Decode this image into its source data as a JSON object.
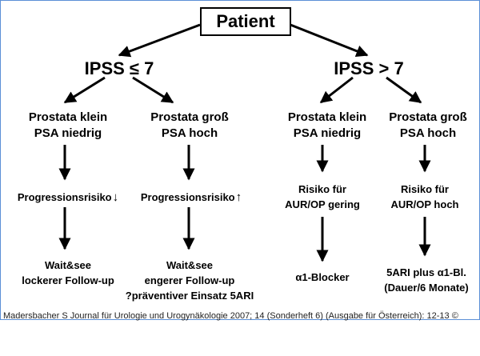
{
  "diagram": {
    "root": "Patient",
    "left_branch": {
      "label": "IPSS ≤ 7",
      "small": {
        "title": [
          "Prostata klein",
          "PSA niedrig"
        ],
        "risk": "Progressionsrisiko",
        "risk_arrow": "↓",
        "action": [
          "Wait&see",
          "lockerer Follow-up"
        ]
      },
      "large": {
        "title": [
          "Prostata groß",
          "PSA hoch"
        ],
        "risk": "Progressionsrisiko",
        "risk_arrow": "↑",
        "action": [
          "Wait&see",
          "engerer Follow-up",
          "?präventiver Einsatz 5ARI"
        ]
      }
    },
    "right_branch": {
      "label": "IPSS > 7",
      "small": {
        "title": [
          "Prostata klein",
          "PSA niedrig"
        ],
        "risk": [
          "Risiko für",
          "AUR/OP gering"
        ],
        "action": [
          "α1-Blocker"
        ]
      },
      "large": {
        "title": [
          "Prostata groß",
          "PSA hoch"
        ],
        "risk": [
          "Risiko für",
          "AUR/OP hoch"
        ],
        "action": [
          "5ARI plus α1-Bl.",
          "(Dauer/6 Monate)"
        ]
      }
    }
  },
  "caption": "Madersbacher S Journal für Urologie und Urogynäkologie 2007; 14 (Sonderheft 6) (Ausgabe für Österreich): 12-13 ©",
  "colors": {
    "frame": "#5b8fd6",
    "ink": "#000000"
  }
}
